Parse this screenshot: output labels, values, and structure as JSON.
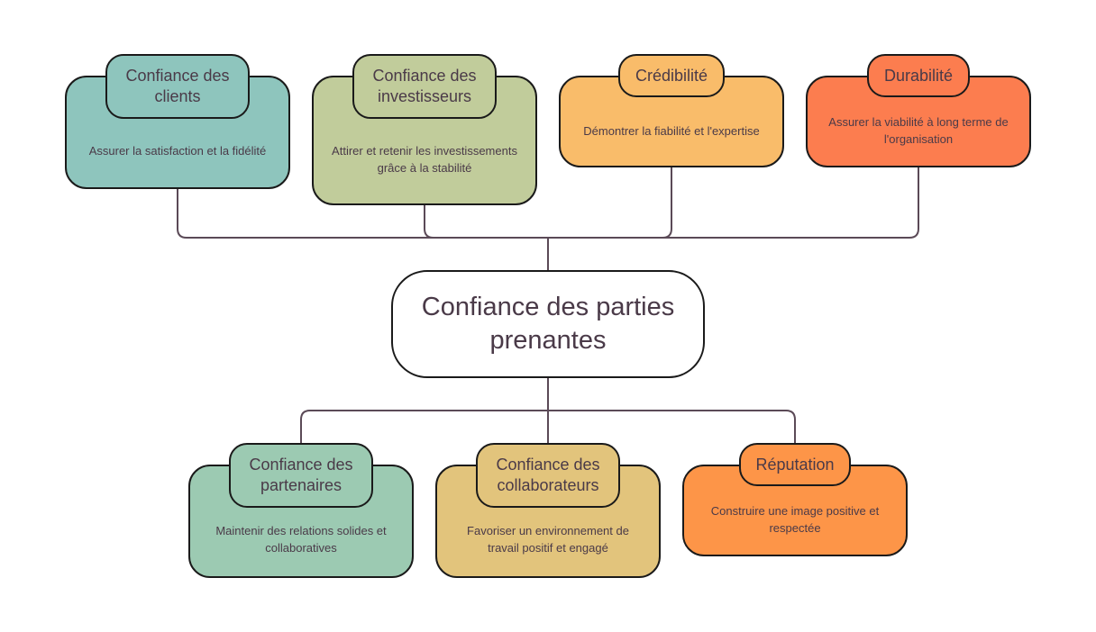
{
  "central": {
    "label": "Confiance des parties prenantes"
  },
  "top_nodes": [
    {
      "title": "Confiance des clients",
      "description": "Assurer la satisfaction et la fidélité",
      "color": "#8ec5bd"
    },
    {
      "title": "Confiance des investisseurs",
      "description": "Attirer et retenir les investissements grâce à la stabilité",
      "color": "#c1cc9b"
    },
    {
      "title": "Crédibilité",
      "description": "Démontrer la fiabilité et l'expertise",
      "color": "#f9bc6a"
    },
    {
      "title": "Durabilité",
      "description": "Assurer la viabilité à long terme de l'organisation",
      "color": "#fc7d4f"
    }
  ],
  "bottom_nodes": [
    {
      "title": "Confiance des partenaires",
      "description": "Maintenir des relations solides et collaboratives",
      "color": "#9ccab2"
    },
    {
      "title": "Confiance des collaborateurs",
      "description": "Favoriser un environnement de travail positif et engagé",
      "color": "#e2c47c"
    },
    {
      "title": "Réputation",
      "description": "Construire une image positive et respectée",
      "color": "#fd9548"
    }
  ],
  "colors": {
    "line": "#5b4a57",
    "border": "#1a1a1a",
    "text": "#4a3a48"
  }
}
